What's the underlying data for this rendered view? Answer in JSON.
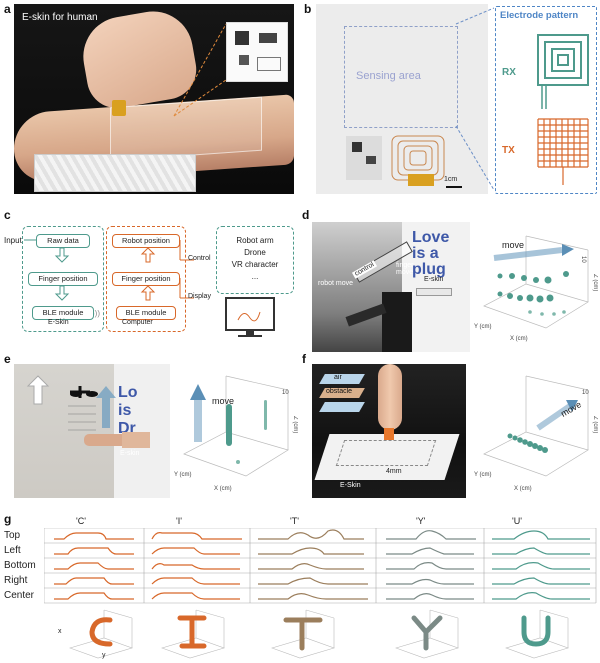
{
  "panels": {
    "a": "a",
    "b": "b",
    "c": "c",
    "d": "d",
    "e": "e",
    "f": "f",
    "g": "g"
  },
  "a": {
    "title": "E-skin for human"
  },
  "b": {
    "sensing_area": "Sensing area",
    "scale": "1cm",
    "electrode_title": "Electrode pattern",
    "rx": "RX",
    "tx": "TX"
  },
  "c": {
    "input": "Input",
    "raw": "Raw data",
    "finger": "Finger position",
    "ble": "BLE module",
    "eskin": "E-Skin",
    "robot_pos": "Robot position",
    "finger2": "Finger position",
    "ble2": "BLE module",
    "computer": "Computer",
    "control": "Control",
    "display": "Display",
    "targets": [
      "Robot arm",
      "Drone",
      "VR character",
      "..."
    ]
  },
  "d": {
    "control": "control",
    "finger_move": "finger\nmove",
    "robot_move": "robot move",
    "eskin": "E-skin",
    "move": "move",
    "z": "Z (cm)",
    "y": "Y (cm)",
    "x": "X (cm)"
  },
  "e": {
    "move": "move",
    "eskin": "E-skin",
    "z": "Z (cm)",
    "y": "Y (cm)",
    "x": "X (cm)"
  },
  "f": {
    "air": "air",
    "obstacle": "obstacle",
    "gap": "4mm",
    "eskin": "E-Skin",
    "move": "move",
    "z": "Z (cm)",
    "y": "Y (cm)",
    "x": "X (cm)"
  },
  "g": {
    "letters": [
      "'C'",
      "'I'",
      "'T'",
      "'Y'",
      "'U'"
    ],
    "rows": [
      "Top",
      "Left",
      "Bottom",
      "Right",
      "Center"
    ],
    "axis_x": "x",
    "axis_y": "y"
  },
  "colors": {
    "orange": "#d8682a",
    "gray": "#8a8a8a",
    "teal": "#4e9a8c",
    "blue": "#4f86c6",
    "dkteal": "#2d6d68"
  }
}
